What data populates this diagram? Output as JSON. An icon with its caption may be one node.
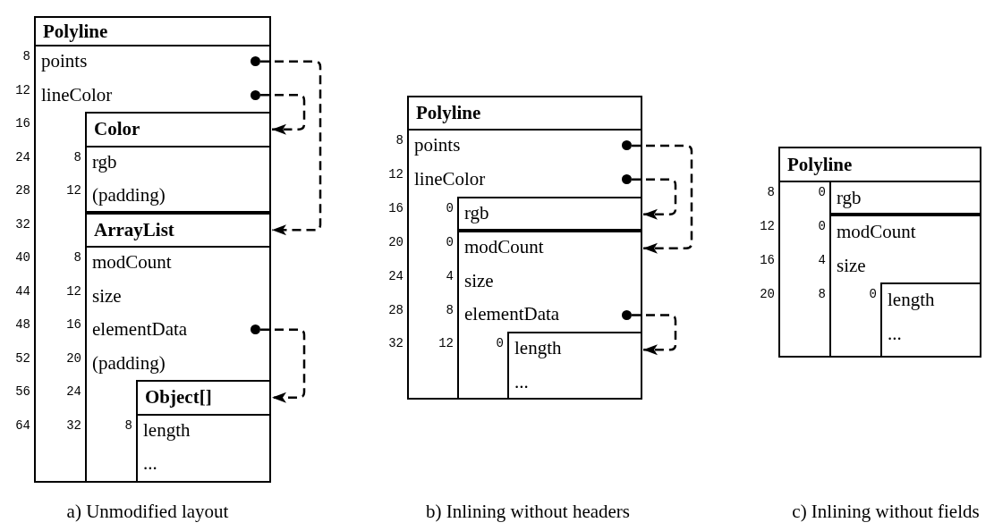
{
  "diagram": {
    "nodes": [
      {
        "text": [
          "Polyline"
        ]
      },
      {
        "text": [
          "points"
        ],
        "in": 0
      },
      {
        "text": [
          "lineColor"
        ],
        "in": 0
      },
      {
        "text": [
          "Color"
        ],
        "in": 0
      },
      {
        "text": [
          "rgb"
        ],
        "in": 3
      },
      {
        "text": [
          "(padding)"
        ],
        "in": 3
      },
      {
        "text": [
          "ArrayList"
        ],
        "in": 0
      },
      {
        "text": [
          "modCount"
        ],
        "in": 6
      },
      {
        "text": [
          "size"
        ],
        "in": 6
      },
      {
        "text": [
          "elementData"
        ],
        "in": 6
      },
      {
        "text": [
          "(padding)"
        ],
        "in": 6
      },
      {
        "text": [
          "Object[]"
        ],
        "in": 6
      },
      {
        "text": [
          "length"
        ],
        "in": 11
      },
      {
        "text": [
          "..."
        ],
        "in": 11
      },
      {
        "text": [
          "Polyline"
        ]
      },
      {
        "text": [
          "points"
        ],
        "in": 14
      },
      {
        "text": [
          "lineColor"
        ],
        "in": 14
      },
      {
        "text": [
          "rgb"
        ],
        "in": 14
      },
      {
        "text": [],
        "shape": "box",
        "in": 14
      },
      {
        "text": [
          "modCount"
        ],
        "in": 18
      },
      {
        "text": [
          "size"
        ],
        "in": 18
      },
      {
        "text": [
          "elementData"
        ],
        "in": 18
      },
      {
        "text": [],
        "shape": "box",
        "in": 18
      },
      {
        "text": [
          "length"
        ],
        "in": 22
      },
      {
        "text": [
          "..."
        ],
        "in": 22
      },
      {
        "text": [
          "Polyline"
        ]
      },
      {
        "text": [
          "rgb"
        ],
        "in": 25
      },
      {
        "text": [],
        "shape": "box",
        "in": 25
      },
      {
        "text": [
          "modCount"
        ],
        "in": 27
      },
      {
        "text": [
          "size"
        ],
        "in": 27
      },
      {
        "text": [],
        "shape": "box",
        "in": 27
      },
      {
        "text": [
          "length"
        ],
        "in": 30
      },
      {
        "text": [
          "..."
        ],
        "in": 30
      }
    ],
    "edges": [
      {
        "from": 1,
        "to": 6,
        "arrow": "to",
        "style": "dashed"
      },
      {
        "from": 2,
        "to": 3,
        "arrow": "to",
        "style": "dashed"
      },
      {
        "from": 9,
        "to": 11,
        "arrow": "to",
        "style": "dashed"
      },
      {
        "from": 15,
        "to": 18,
        "arrow": "to",
        "style": "dashed"
      },
      {
        "from": 16,
        "to": 17,
        "arrow": "to",
        "style": "dashed"
      },
      {
        "from": 21,
        "to": 22,
        "arrow": "to",
        "style": "dashed"
      }
    ],
    "labels": [
      "8",
      "12",
      "16",
      "24",
      "8",
      "28",
      "12",
      "32",
      "40",
      "8",
      "44",
      "12",
      "48",
      "16",
      "52",
      "20",
      "56",
      "24",
      "64",
      "32",
      "8",
      "8",
      "12",
      "16",
      "0",
      "20",
      "0",
      "24",
      "4",
      "28",
      "8",
      "32",
      "12",
      "0",
      "8",
      "0",
      "12",
      "0",
      "16",
      "4",
      "20",
      "8",
      "0",
      "a) Unmodified layout",
      "b) Inlining without headers",
      "c) Inlining without fields"
    ]
  }
}
